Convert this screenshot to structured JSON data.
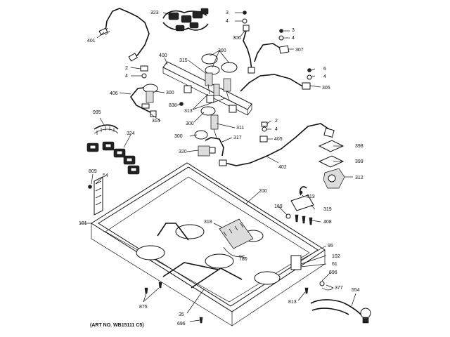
{
  "art_number": "(ART NO. WB15111 C5)",
  "parts": [
    {
      "key": "p401",
      "label": "401"
    },
    {
      "key": "p323",
      "label": "323"
    },
    {
      "key": "p3a",
      "label": "3"
    },
    {
      "key": "p4a",
      "label": "4"
    },
    {
      "key": "p306",
      "label": "306"
    },
    {
      "key": "p3b",
      "label": "3"
    },
    {
      "key": "p4b",
      "label": "4"
    },
    {
      "key": "p307",
      "label": "307"
    },
    {
      "key": "p400",
      "label": "400"
    },
    {
      "key": "p300a",
      "label": "300"
    },
    {
      "key": "p315",
      "label": "315"
    },
    {
      "key": "p2a",
      "label": "2"
    },
    {
      "key": "p4c",
      "label": "4"
    },
    {
      "key": "p6",
      "label": "6"
    },
    {
      "key": "p4d",
      "label": "4"
    },
    {
      "key": "p305",
      "label": "305"
    },
    {
      "key": "p406",
      "label": "406"
    },
    {
      "key": "p300b",
      "label": "300"
    },
    {
      "key": "p838",
      "label": "838"
    },
    {
      "key": "p313",
      "label": "313"
    },
    {
      "key": "p314",
      "label": "314"
    },
    {
      "key": "p300c",
      "label": "300"
    },
    {
      "key": "p311",
      "label": "311"
    },
    {
      "key": "p2b",
      "label": "2"
    },
    {
      "key": "p4e",
      "label": "4"
    },
    {
      "key": "p995",
      "label": "995"
    },
    {
      "key": "p324",
      "label": "324"
    },
    {
      "key": "p300d",
      "label": "300"
    },
    {
      "key": "p317",
      "label": "317"
    },
    {
      "key": "p405",
      "label": "405"
    },
    {
      "key": "p398",
      "label": "398"
    },
    {
      "key": "p399",
      "label": "399"
    },
    {
      "key": "p320",
      "label": "320"
    },
    {
      "key": "p402",
      "label": "402"
    },
    {
      "key": "p312",
      "label": "312"
    },
    {
      "key": "p809",
      "label": "809"
    },
    {
      "key": "p54",
      "label": "54"
    },
    {
      "key": "p200",
      "label": "200"
    },
    {
      "key": "p813a",
      "label": "813"
    },
    {
      "key": "p169",
      "label": "169"
    },
    {
      "key": "p319",
      "label": "319"
    },
    {
      "key": "p408",
      "label": "408"
    },
    {
      "key": "p101",
      "label": "101"
    },
    {
      "key": "p318",
      "label": "318"
    },
    {
      "key": "p95",
      "label": "95"
    },
    {
      "key": "p102",
      "label": "102"
    },
    {
      "key": "p61",
      "label": "61"
    },
    {
      "key": "p780",
      "label": "780"
    },
    {
      "key": "p696a",
      "label": "696"
    },
    {
      "key": "p377",
      "label": "377"
    },
    {
      "key": "p554",
      "label": "554"
    },
    {
      "key": "p875",
      "label": "875"
    },
    {
      "key": "p813b",
      "label": "813"
    },
    {
      "key": "p35",
      "label": "35"
    },
    {
      "key": "p696b",
      "label": "696"
    }
  ]
}
